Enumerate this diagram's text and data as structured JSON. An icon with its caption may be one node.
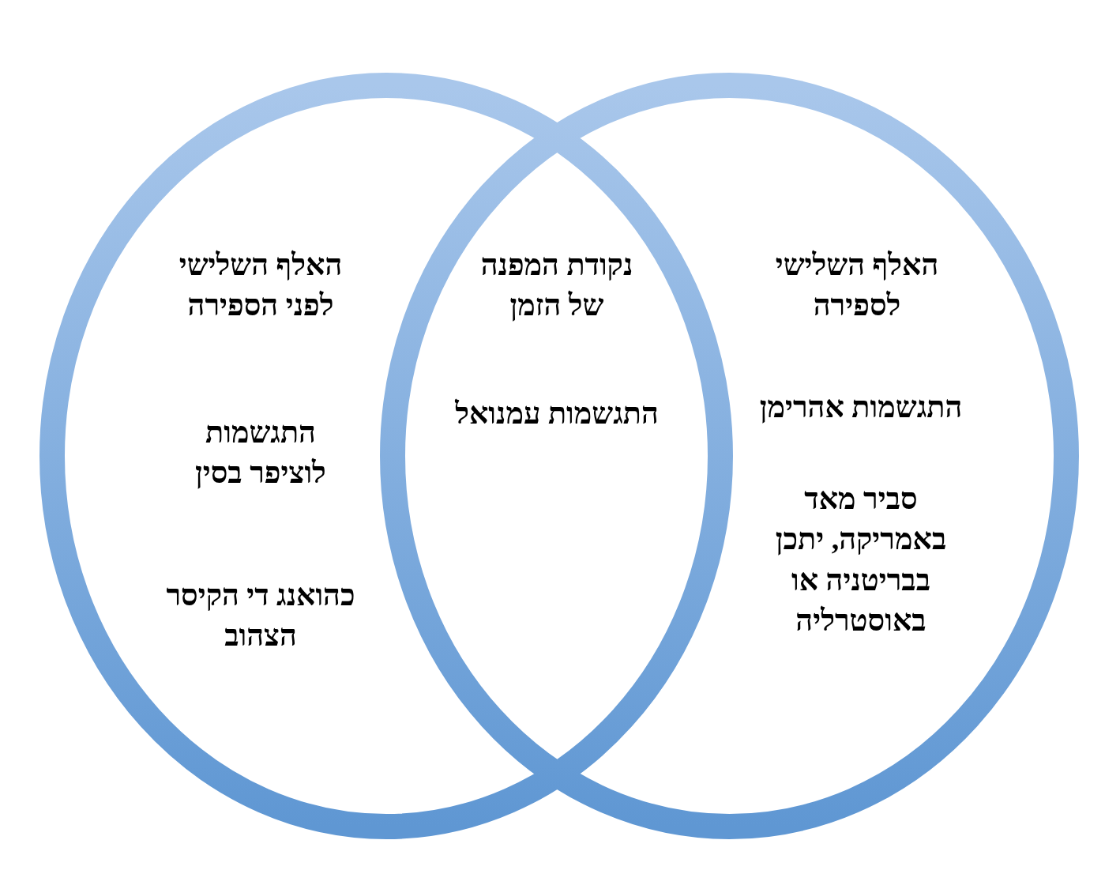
{
  "diagram": {
    "nodes": [
      {
        "text": [
          "האלף השלישי לפני הספירה",
          "התגשמות לוציפר בסין",
          "כהואנג די הקיסר הצהוב"
        ]
      },
      {
        "text": [
          "האלף השלישי לספירה",
          "התגשמות אהרימן",
          "סביר מאד באמריקה, יתכן בבריטניה או באוסטרליה"
        ]
      }
    ],
    "labels": [
      "נקודת המפנה של הזמן",
      "התגשמות עמנואל"
    ]
  }
}
